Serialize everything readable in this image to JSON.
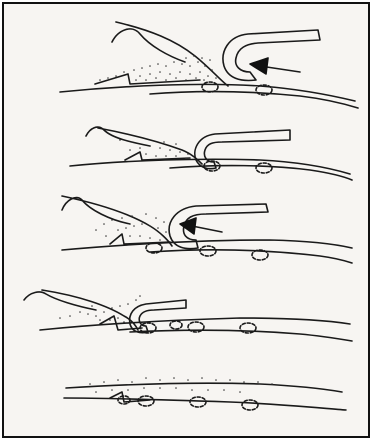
{
  "figure": {
    "panel_count": 5,
    "colors": {
      "paper": "#f7f5f2",
      "frame": "#111111",
      "ink": "#1a1a1a",
      "stipple": "#333333",
      "arrow_fill": "#111111"
    },
    "panels": [
      {
        "id": "panel-1",
        "shoe_hook": true,
        "arrow": true,
        "circle_count": 2
      },
      {
        "id": "panel-2",
        "shoe_hook": true,
        "arrow": false,
        "circle_count": 2
      },
      {
        "id": "panel-3",
        "shoe_hook": true,
        "arrow": true,
        "circle_count": 3
      },
      {
        "id": "panel-4",
        "shoe_hook": true,
        "arrow": false,
        "circle_count": 4
      },
      {
        "id": "panel-5",
        "shoe_hook": false,
        "arrow": false,
        "circle_count": 4
      }
    ]
  }
}
